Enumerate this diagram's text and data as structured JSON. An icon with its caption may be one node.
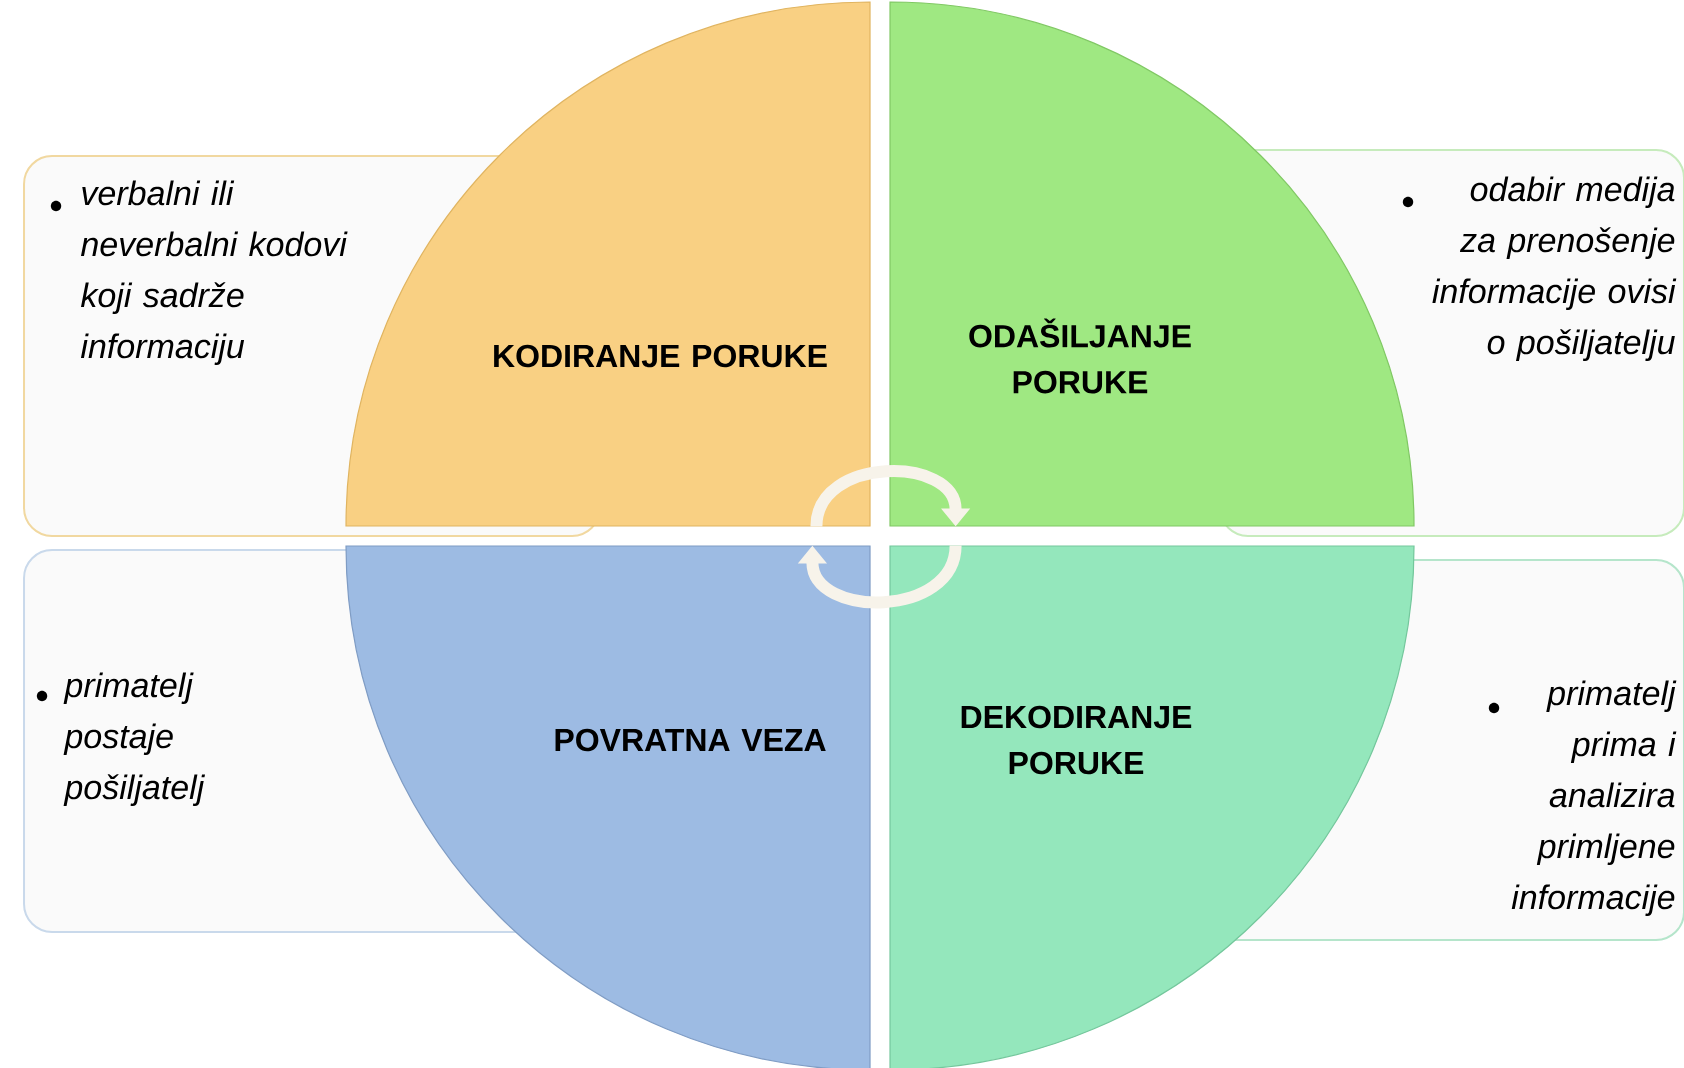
{
  "diagram": {
    "nodes": [
      {
        "text": [
          "KODIRANJE PORUKE"
        ]
      },
      {
        "text": [
          "ODAŠILJANJE PORUKE"
        ]
      },
      {
        "text": [
          "POVRATNA VEZA"
        ]
      },
      {
        "text": [
          "DEKODIRANJE PORUKE"
        ]
      },
      {
        "text": [
          "verbalni ili neverbalni kodovi koji sadrže informaciju"
        ]
      },
      {
        "text": [
          "odabir medija za prenošenje informacije ovisi o pošiljatelju"
        ]
      },
      {
        "text": [
          "primatelj postaje pošiljatelj"
        ]
      },
      {
        "text": [
          "primatelj prima i analizira primljene informacije"
        ]
      }
    ],
    "edges": [
      {
        "from": 0,
        "to": 1,
        "arrow": "to"
      },
      {
        "from": 3,
        "to": 2,
        "arrow": "to"
      }
    ]
  }
}
